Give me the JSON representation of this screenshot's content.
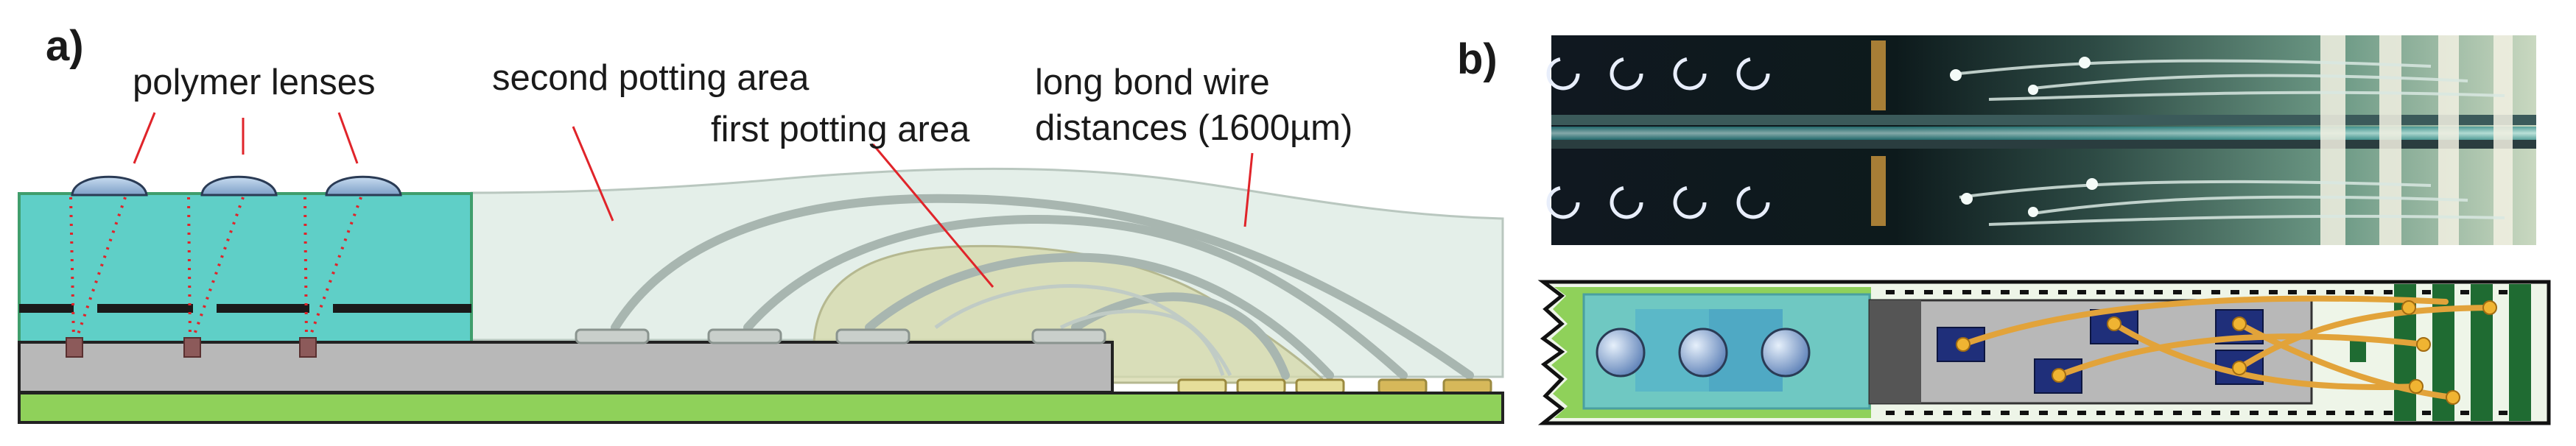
{
  "panel_a": {
    "label": "a)",
    "annotations": {
      "polymer_lenses": "polymer lenses",
      "second_potting_area": "second potting area",
      "first_potting_area": "first potting area",
      "long_bond_wire_line1": "long bond wire",
      "long_bond_wire_line2": "distances (1600µm)"
    }
  },
  "panel_b": {
    "label": "b)"
  },
  "colors": {
    "teal_block": "#5fcfc7",
    "pcb_green": "#8fd15a",
    "substrate_gray": "#b8b8b8",
    "annotation_line": "#e0242a",
    "bond_wire": "#a8b6b0",
    "potting_fill": "#e4efe9",
    "gold_wire": "#e2a33a",
    "chip_blue": "#1f2f7a"
  }
}
